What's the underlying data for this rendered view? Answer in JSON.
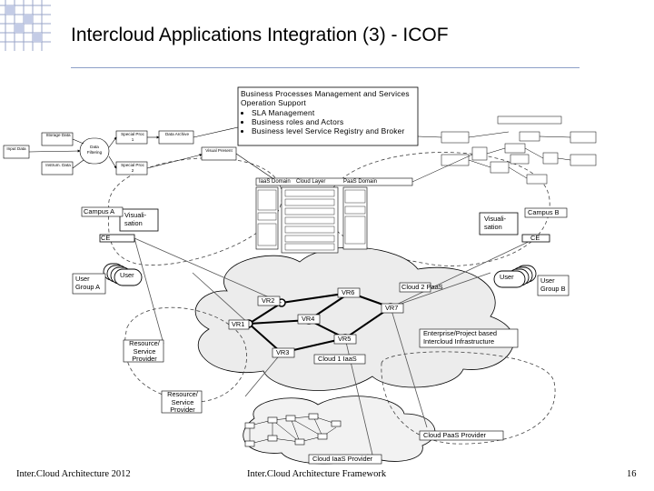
{
  "slide": {
    "title": "Intercloud Applications Integration (3) - ICOF",
    "page_number": "16",
    "footer_left": "Inter.Cloud Architecture 2012",
    "footer_center": "Inter.Cloud Architecture Framework"
  },
  "bpm_box": {
    "lines": [
      "Business Processes Management and Services",
      "Operation Support"
    ],
    "bullets": [
      "SLA Management",
      "Business roles and Actors",
      "Business level Service Registry and Broker"
    ]
  },
  "domains": {
    "iaas_domain": "IaaS Domain",
    "cloud_layer": "Cloud Layer",
    "paas_domain": "PaaS Domain"
  },
  "diagram": {
    "campus_a": "Campus A",
    "campus_b": "Campus B",
    "visualisation_a": "Visuali-sation",
    "visualisation_b": "Visuali-sation",
    "ce_a": "CE",
    "ce_b": "CE",
    "user_a": "User",
    "user_b": "User",
    "user_group_a": "User Group A",
    "user_group_b": "User Group B",
    "vr1": "VR1",
    "vr2": "VR2",
    "vr3": "VR3",
    "vr4": "VR4",
    "vr5": "VR5",
    "vr6": "VR6",
    "vr7": "VR7",
    "cloud2_paas": "Cloud 2 PaaS",
    "cloud1_iaas": "Cloud 1 IaaS",
    "enterprise_label": "Enterprise/Project based Intercloud Infrastructure",
    "resource_provider_1": "Resource/ Service Provider",
    "resource_provider_2": "Resource/ Service Provider",
    "cloud_paas_provider": "Cloud PaaS Provider",
    "cloud_iaas_provider": "Cloud IaaS Provider"
  },
  "workflow": {
    "storage_data": "Storage Data",
    "input_data": "Input Data",
    "instrument_data": "Instrum. Data",
    "data_filtering": "Data Filtering",
    "special_proc_1": "Special Proc 1",
    "special_proc_2": "Special Proc 2",
    "data_archive": "Data Archive",
    "visual_present": "Visual Present"
  },
  "colors": {
    "title_rule": "#8da0c8",
    "line": "#000000",
    "cloud_fill": "#ececec",
    "dashed": "#444444"
  }
}
